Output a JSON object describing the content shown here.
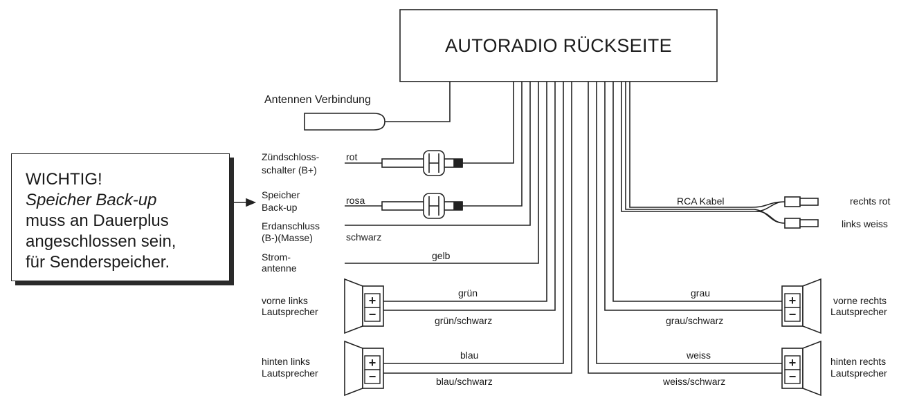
{
  "unit_title": "AUTORADIO RÜCKSEITE",
  "antenna_label": "Antennen Verbindung",
  "warning": {
    "line1": "WICHTIG!",
    "line2": "Speicher Back-up",
    "line3": "muss an Dauerplus",
    "line4": "angeschlossen sein,",
    "line5": "für Senderspeicher."
  },
  "connections": {
    "ignition": {
      "label_line1": "Zündschloss-",
      "label_line2": "schalter (B+)",
      "wire": "rot"
    },
    "memory": {
      "label_line1": "Speicher",
      "label_line2": "Back-up",
      "wire": "rosa"
    },
    "ground": {
      "label_line1": "Erdanschluss",
      "label_line2": "(B-)(Masse)",
      "wire": "schwarz"
    },
    "power_antenna": {
      "label_line1": "Strom-",
      "label_line2": "antenne",
      "wire": "gelb"
    }
  },
  "rca": {
    "label": "RCA Kabel",
    "right": "rechts rot",
    "left": "links weiss"
  },
  "speakers": {
    "front_left": {
      "label_line1": "vorne links",
      "label_line2": "Lautsprecher",
      "plus_wire": "grün",
      "minus_wire": "grün/schwarz"
    },
    "rear_left": {
      "label_line1": "hinten links",
      "label_line2": "Lautsprecher",
      "plus_wire": "blau",
      "minus_wire": "blau/schwarz"
    },
    "front_right": {
      "label_line1": "vorne rechts",
      "label_line2": "Lautsprecher",
      "plus_wire": "grau",
      "minus_wire": "grau/schwarz"
    },
    "rear_right": {
      "label_line1": "hinten rechts",
      "label_line2": "Lautsprecher",
      "plus_wire": "weiss",
      "minus_wire": "weiss/schwarz"
    }
  },
  "polarity": {
    "plus": "+",
    "minus": "−"
  }
}
